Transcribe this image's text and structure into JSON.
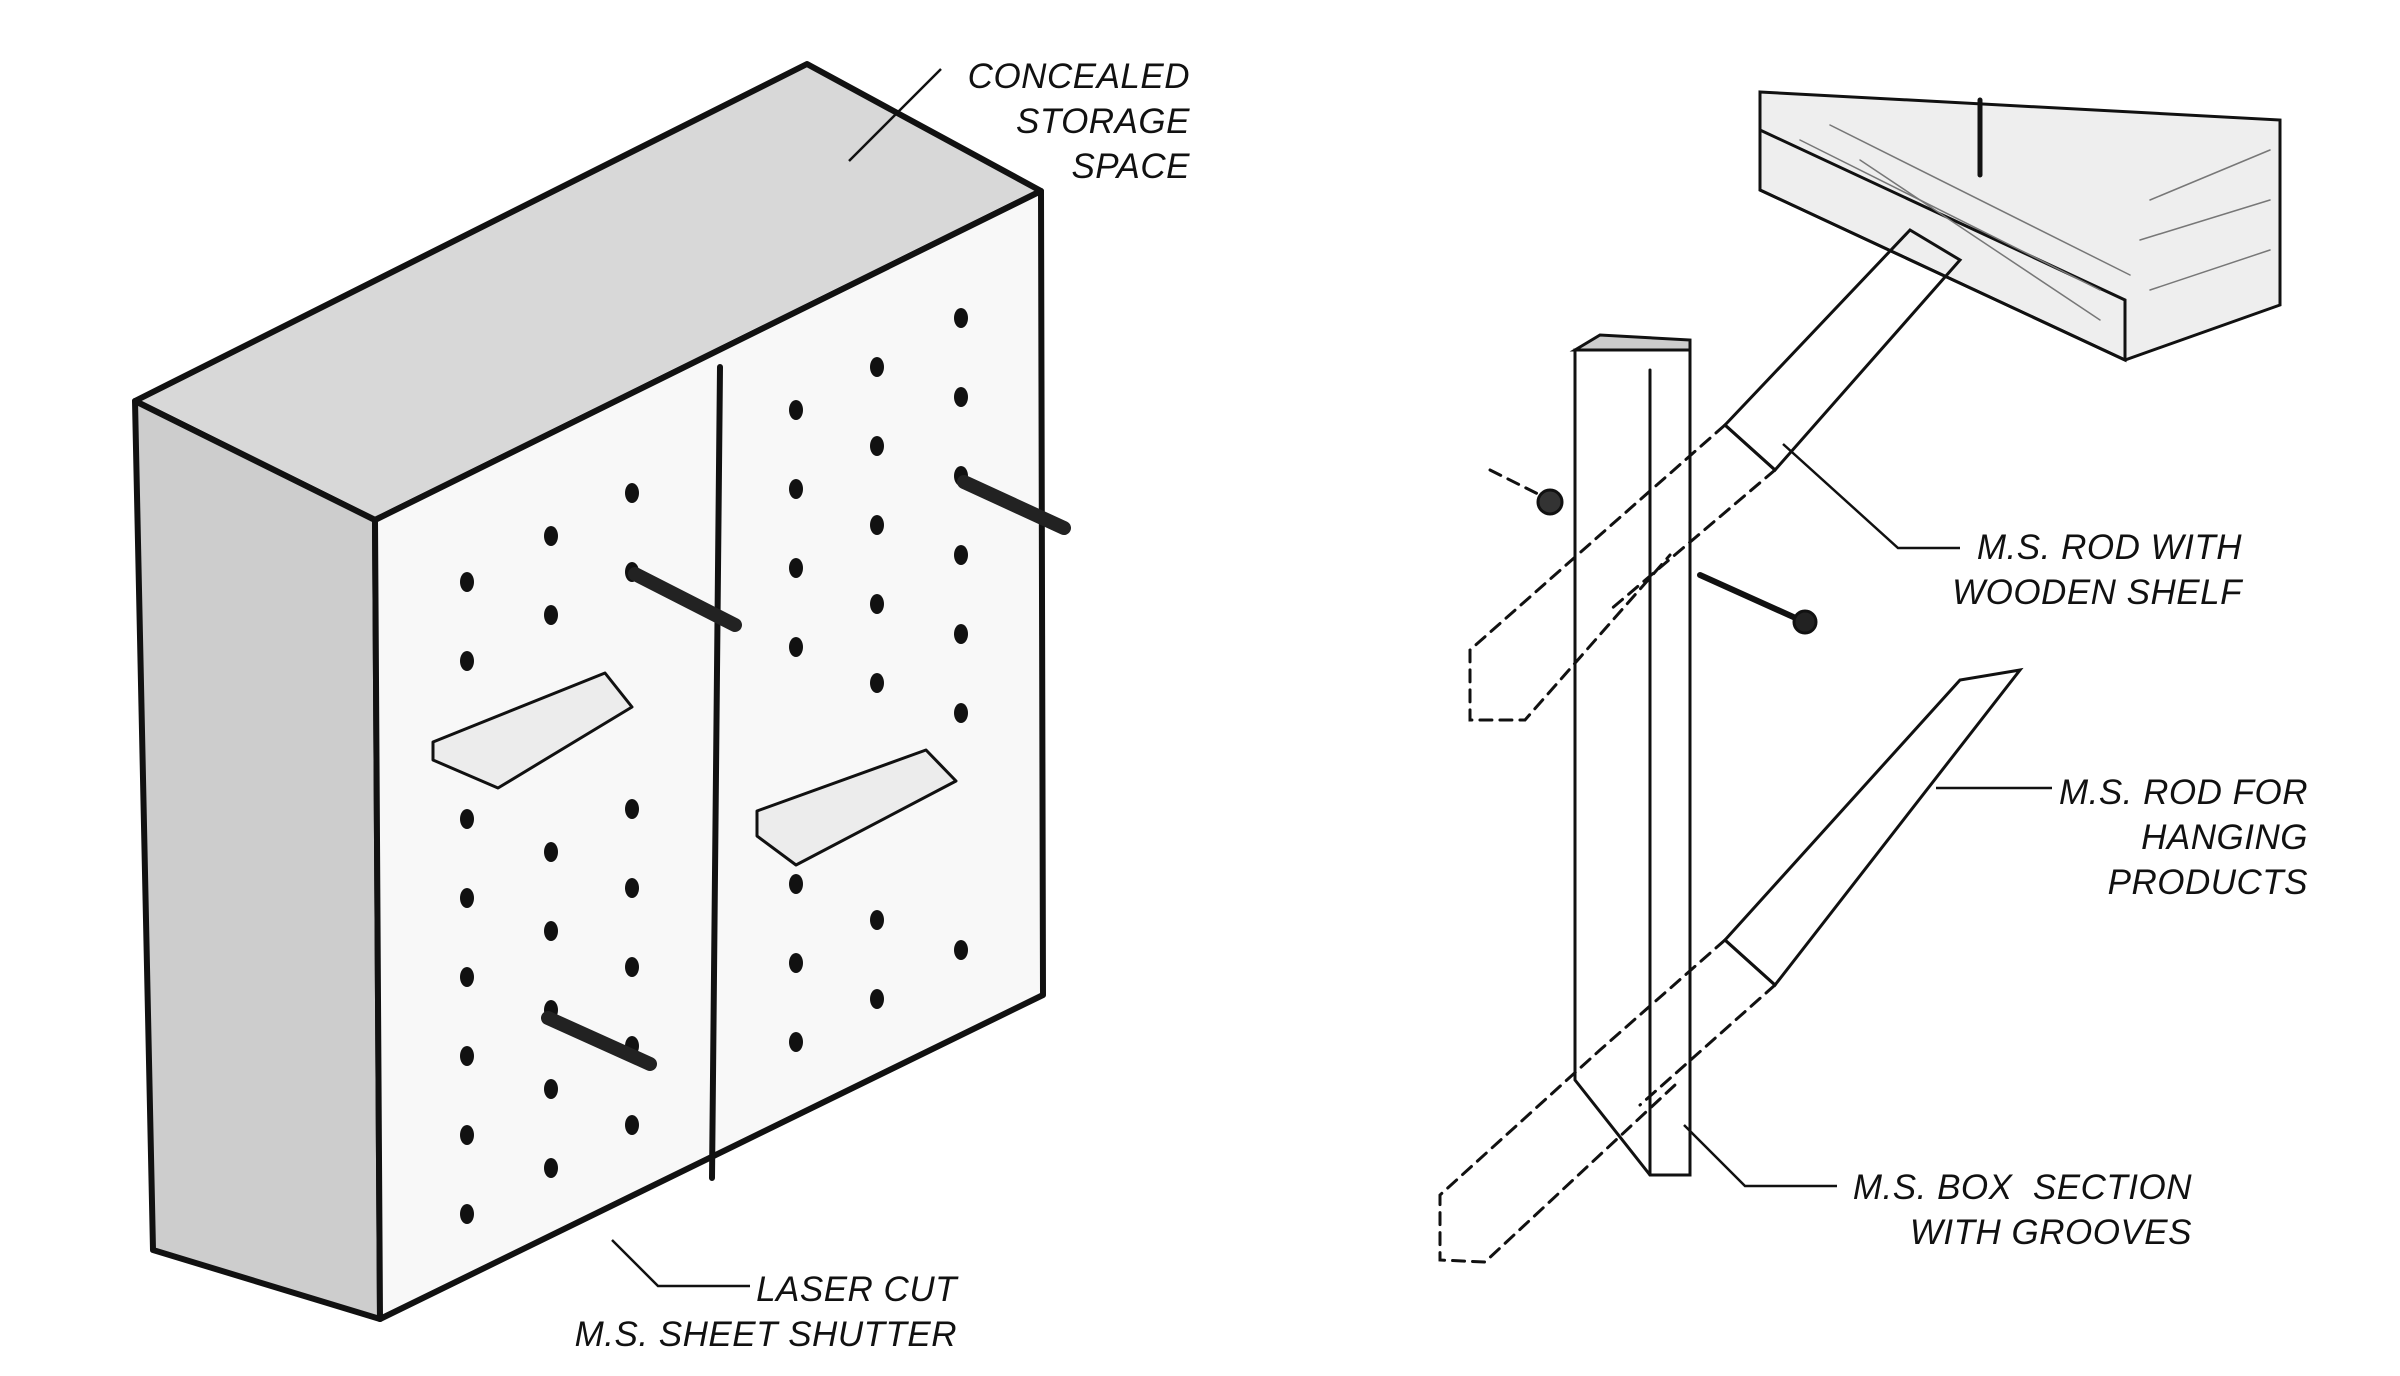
{
  "labels": {
    "concealed_storage": [
      "CONCEALED",
      "STORAGE",
      "SPACE"
    ],
    "laser_cut": [
      "LASER CUT",
      "M.S. SHEET SHUTTER"
    ],
    "rod_wooden_shelf": [
      "M.S. ROD WITH",
      "WOODEN SHELF"
    ],
    "rod_hanging": [
      "M.S. ROD FOR",
      "HANGING",
      "PRODUCTS"
    ],
    "box_section": [
      "M.S. BOX  SECTION",
      "WITH GROOVES"
    ]
  },
  "colors": {
    "ink": "#111111",
    "top_face": "#d8d8d8",
    "side_face": "#cdcdcd",
    "front_face": "#f8f8f8",
    "wood": "#e8e8e8"
  }
}
